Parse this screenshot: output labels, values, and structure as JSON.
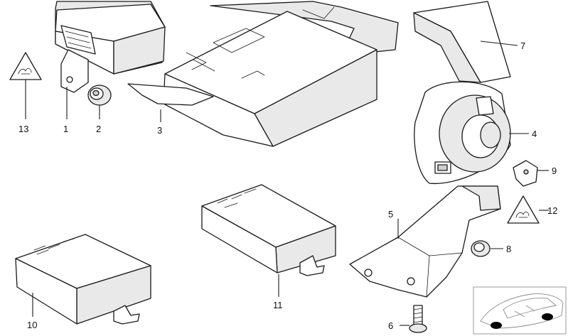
{
  "diagram": {
    "callouts": [
      "1",
      "2",
      "3",
      "4",
      "5",
      "6",
      "7",
      "8",
      "9",
      "10",
      "11",
      "12",
      "13"
    ]
  },
  "colors": {
    "line": "#1a1a1a",
    "shade": "#e9e9e9",
    "background": "#ffffff",
    "thumbnail_border": "#9a9a9a"
  },
  "icons": [
    "warning-triangle-icon",
    "warning-triangle-icon",
    "car-thumbnail-icon"
  ]
}
